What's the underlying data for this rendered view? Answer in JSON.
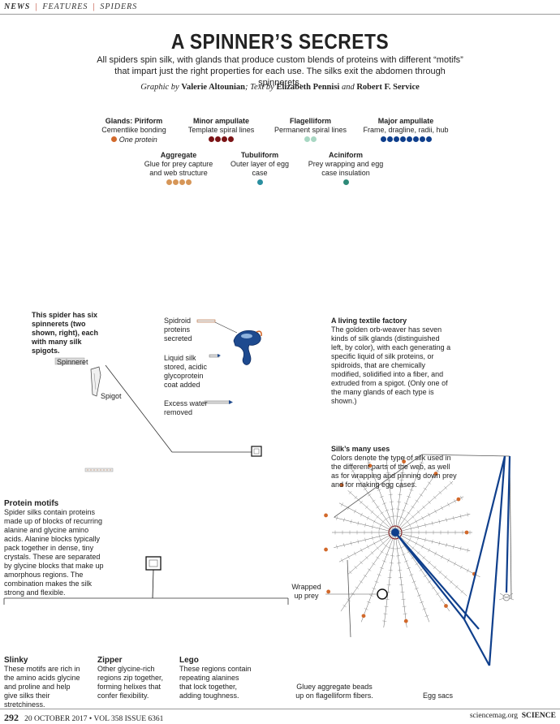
{
  "nav": {
    "news": "NEWS",
    "features": "FEATURES",
    "spiders": "SPIDERS"
  },
  "title": "A SPINNER’S SECRETS",
  "subtitle": "All spiders spin silk, with glands that produce custom blends of proteins with different “motifs” that impart just the right properties for each use. The silks exit the abdomen through spinnerets.",
  "credits": {
    "graphic_by": "Graphic by",
    "graphic_author": "Valerie Altounian",
    "text_by": "; Text by",
    "author1": "Elizabeth Pennisi",
    "and": "and",
    "author2": "Robert F. Service"
  },
  "key": [
    {
      "title": "Glands: Piriform",
      "desc": "Cementlike bonding",
      "dots": 1,
      "color": "#d2692b",
      "note": "One protein"
    },
    {
      "title": "Minor ampullate",
      "desc": "Template spiral lines",
      "dots": 4,
      "color": "#7b1416"
    },
    {
      "title": "Flagelliform",
      "desc": "Permanent spiral lines",
      "dots": 2,
      "color": "#a8d7c3"
    },
    {
      "title": "Major ampullate",
      "desc": "Frame, dragline, radii, hub",
      "dots": 8,
      "color": "#0f3f8c"
    },
    {
      "title": "Aggregate",
      "desc": "Glue for prey capture and web structure",
      "dots": 4,
      "color": "#d69658"
    },
    {
      "title": "Tubuliform",
      "desc": "Outer layer of egg case",
      "dots": 1,
      "color": "#2a8fa0"
    },
    {
      "title": "Aciniform",
      "desc": "Prey wrapping and egg case insulation",
      "dots": 1,
      "color": "#2e8a78"
    }
  ],
  "spinneret": {
    "heading": "This spider has six spinnerets (two shown, right), each with many silk spigots.",
    "spinneret_label": "Spinneret",
    "spigot_label": "Spigot"
  },
  "gland_steps": {
    "step1": "Spidroid proteins secreted",
    "step2": "Liquid silk stored, acidic glycoprotein coat added",
    "step3": "Excess water removed"
  },
  "factory": {
    "heading": "A living textile factory",
    "body": "The golden orb-weaver has seven kinds of silk glands (distinguished left, by color), with each generating a specific liquid of silk proteins, or spidroids, that are chemically modified, solidified into a fiber, and extruded from a spigot. (Only one of the many glands of each type is shown.)"
  },
  "uses": {
    "heading": "Silk’s many uses",
    "body": "Colors denote the type of silk used in the different parts of the web, as well as for wrapping and pinning down prey and for making egg cases."
  },
  "motifs": {
    "heading": "Protein motifs",
    "body": "Spider silks contain proteins made up of blocks of recurring alanine and glycine amino acids. Alanine blocks typically pack together in dense, tiny crystals. These are separated by glycine blocks that make up amorphous regions. The combination makes the silk strong and flexible."
  },
  "motif_types": [
    {
      "title": "Slinky",
      "body": "These motifs are rich in the amino acids glycine and proline and help give silks their stretchiness."
    },
    {
      "title": "Zipper",
      "body": "Other glycine-rich regions zip together, forming helixes that confer flexibility."
    },
    {
      "title": "Lego",
      "body": "These regions contain repeating alanines that lock together, adding toughness."
    }
  ],
  "web_labels": {
    "wrapped": "Wrapped up prey",
    "gluey": "Gluey aggregate beads up on flagelliform fibers.",
    "egg": "Egg sacs"
  },
  "footer": {
    "page": "292",
    "issue": "20 OCTOBER 2017 • VOL 358 ISSUE 6361",
    "site": "sciencemag.org",
    "journal": "SCIENCE"
  }
}
